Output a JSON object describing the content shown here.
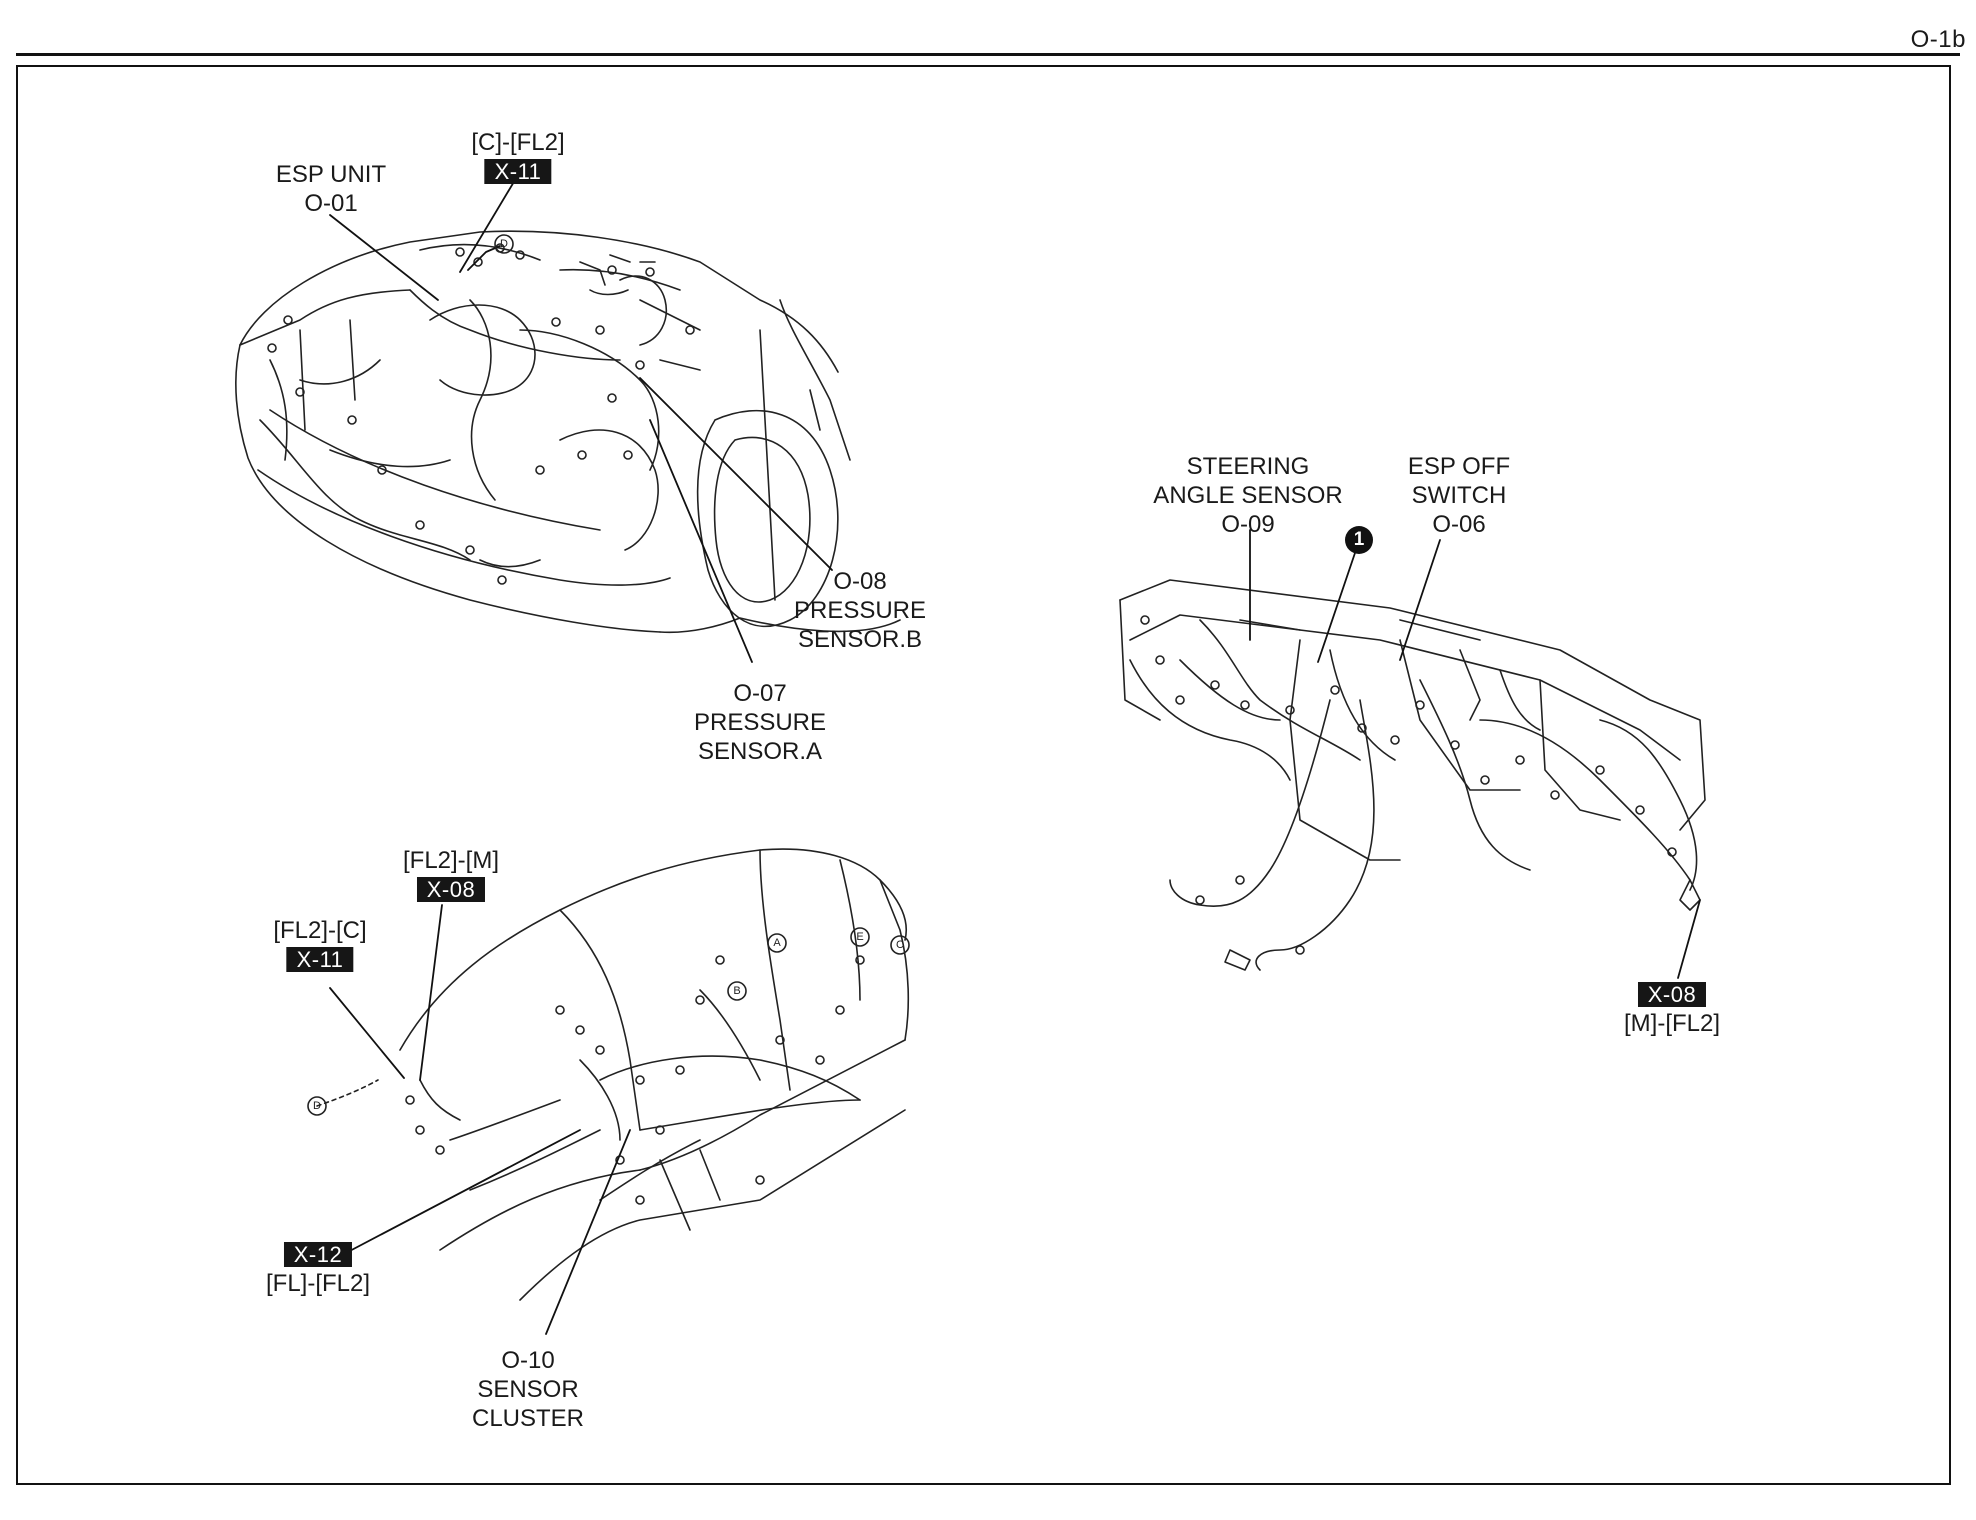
{
  "page_code": "O-1b",
  "labels": {
    "esp_unit": {
      "name": "ESP UNIT",
      "code": "O-01"
    },
    "conn_engine_c_fl2": {
      "route": "[C]-[FL2]",
      "tag": "X-11"
    },
    "pressure_sensor_b": {
      "code": "O-08",
      "line1": "PRESSURE",
      "line2": "SENSOR.B"
    },
    "pressure_sensor_a": {
      "code": "O-07",
      "line1": "PRESSURE",
      "line2": "SENSOR.A"
    },
    "steering_angle_sensor": {
      "line1": "STEERING",
      "line2": "ANGLE SENSOR",
      "code": "O-09"
    },
    "esp_off_switch": {
      "line1": "ESP OFF",
      "line2": "SWITCH",
      "code": "O-06"
    },
    "conn_dash_m_fl2": {
      "tag": "X-08",
      "route": "[M]-[FL2]"
    },
    "conn_body_fl2_m": {
      "route": "[FL2]-[M]",
      "tag": "X-08"
    },
    "conn_body_fl2_c": {
      "route": "[FL2]-[C]",
      "tag": "X-11"
    },
    "conn_body_fl_fl2": {
      "tag": "X-12",
      "route": "[FL]-[FL2]"
    },
    "sensor_cluster": {
      "code": "O-10",
      "line1": "SENSOR",
      "line2": "CLUSTER"
    }
  },
  "callout_number": "1",
  "circle_markers": {
    "d": "D",
    "a": "A",
    "b": "B",
    "c": "C",
    "e": "E"
  }
}
